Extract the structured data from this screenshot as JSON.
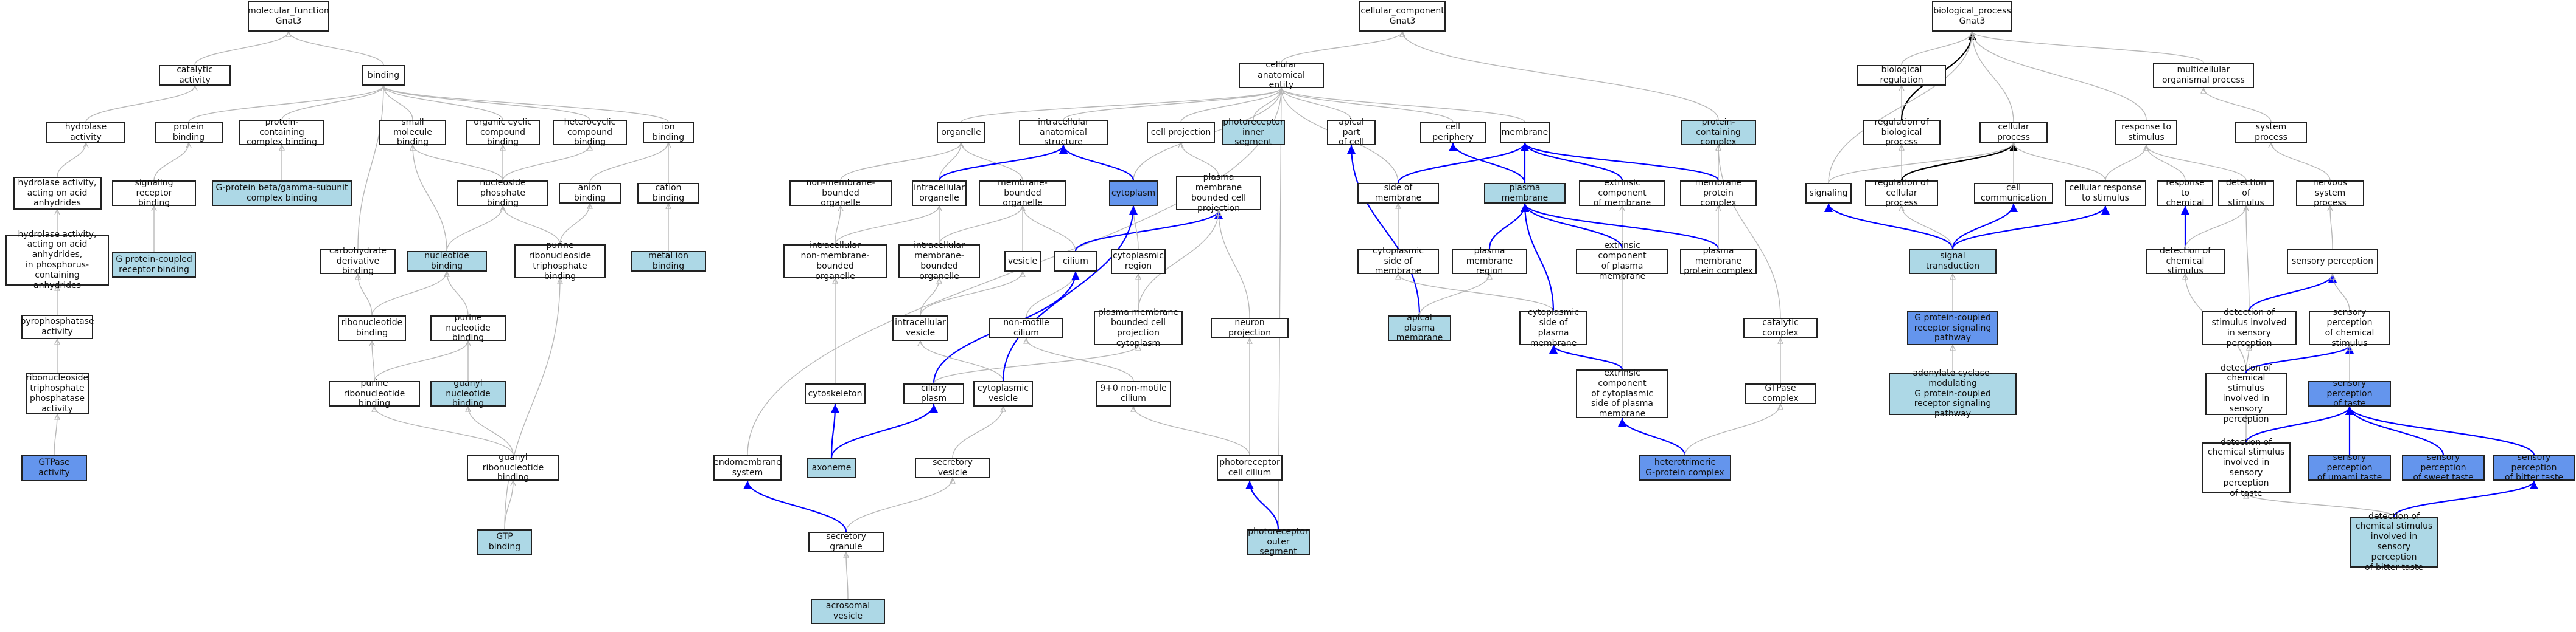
{
  "colors": {
    "plain": "#ffffff",
    "highlight": "#add8e6",
    "strong": "#6495ed",
    "edge_gray": "#b8b8b8",
    "edge_black": "#000000",
    "edge_blue": "#0000ff"
  },
  "nodes": {
    "mf_root": "molecular_function\nGnat3",
    "catalytic": "catalytic activity",
    "binding": "binding",
    "hydrolase": "hydrolase activity",
    "hydro_acid": "hydrolase activity,\nacting on acid\nanhydrides",
    "hydro_phos": "hydrolase activity,\nacting on acid\nanhydrides,\nin phosphorus-containing\nanhydrides",
    "pyrophos": "pyrophosphatase\nactivity",
    "ntpase": "ribonucleoside\ntriphosphate\nphosphatase\nactivity",
    "gtpase": "GTPase activity",
    "protein_binding": "protein binding",
    "signaling_receptor_binding": "signaling receptor\nbinding",
    "gpcr_binding": "G protein-coupled\nreceptor binding",
    "protein_complex_binding": "protein-containing\ncomplex binding",
    "g_beta_gamma": "G-protein beta/gamma-subunit\ncomplex binding",
    "small_molecule": "small molecule\nbinding",
    "organic_cyclic": "organic cyclic\ncompound binding",
    "heterocyclic": "heterocyclic\ncompound binding",
    "ion_binding": "ion binding",
    "carbohydrate_deriv": "carbohydrate\nderivative binding",
    "nucleoside_phosphate": "nucleoside phosphate\nbinding",
    "anion_binding": "anion binding",
    "cation_binding": "cation binding",
    "nucleotide_binding": "nucleotide binding",
    "purine_ribonucleoside_tp": "purine ribonucleoside\ntriphosphate\nbinding",
    "metal_ion": "metal ion binding",
    "ribonucleotide": "ribonucleotide\nbinding",
    "purine_nucleotide": "purine nucleotide\nbinding",
    "purine_ribonucleotide": "purine ribonucleotide\nbinding",
    "guanyl_nucleotide": "guanyl nucleotide\nbinding",
    "guanyl_ribonucleotide": "guanyl ribonucleotide\nbinding",
    "gtp_binding": "GTP binding",
    "cc_root": "cellular_component\nGnat3",
    "cae": "cellular anatomical\nentity",
    "protein_complex": "protein-containing\ncomplex",
    "organelle": "organelle",
    "intracellular_as": "intracellular\nanatomical structure",
    "cell_projection": "cell projection",
    "photoreceptor_inner": "photoreceptor\ninner segment",
    "apical_part": "apical part\nof cell",
    "cell_periphery": "cell periphery",
    "membrane": "membrane",
    "nonmembrane_org": "non-membrane-bounded\norganelle",
    "intracellular_org": "intracellular\norganelle",
    "membrane_bounded_org": "membrane-bounded\norganelle",
    "cytoplasm": "cytoplasm",
    "pm_bounded_projection": "plasma membrane\nbounded cell\nprojection",
    "side_of_membrane": "side of membrane",
    "plasma_membrane": "plasma membrane",
    "extrinsic_component": "extrinsic component\nof membrane",
    "membrane_protein_complex": "membrane protein\ncomplex",
    "intra_nonmembrane_org": "intracellular\nnon-membrane-bounded\norganelle",
    "intra_membrane_org": "intracellular\nmembrane-bounded\norganelle",
    "vesicle": "vesicle",
    "cilium": "cilium",
    "cytoplasmic_region": "cytoplasmic\nregion",
    "cyto_side_membrane": "cytoplasmic\nside of membrane",
    "pm_region": "plasma membrane\nregion",
    "extrinsic_pm": "extrinsic component\nof plasma membrane",
    "pm_protein_complex": "plasma membrane\nprotein complex",
    "intracellular_vesicle": "intracellular\nvesicle",
    "nonmotile_cilium": "non-motile cilium",
    "pm_projection_cytoplasm": "plasma membrane\nbounded cell\nprojection cytoplasm",
    "apical_pm": "apical plasma\nmembrane",
    "cyto_side_pm": "cytoplasmic\nside of plasma\nmembrane",
    "catalytic_complex": "catalytic complex",
    "cytoskeleton": "cytoskeleton",
    "ciliary_plasm": "ciliary plasm",
    "cytoplasmic_vesicle": "cytoplasmic\nvesicle",
    "neuron_projection": "neuron projection",
    "nine_zero_cilium": "9+0 non-motile\ncilium",
    "extrinsic_cyto_pm": "extrinsic component\nof cytoplasmic\nside of plasma\nmembrane",
    "gtpase_complex": "GTPase complex",
    "endomembrane": "endomembrane\nsystem",
    "axoneme": "axoneme",
    "secretory_vesicle": "secretory vesicle",
    "photoreceptor_cilium": "photoreceptor\ncell cilium",
    "heterotrimeric": "heterotrimeric\nG-protein complex",
    "secretory_granule": "secretory granule",
    "photoreceptor_outer": "photoreceptor\nouter segment",
    "acrosomal": "acrosomal vesicle",
    "bp_root": "biological_process\nGnat3",
    "bio_regulation": "biological regulation",
    "multicellular": "multicellular\norganismal process",
    "reg_bio_process": "regulation of\nbiological process",
    "cellular_process": "cellular process",
    "response_stimulus": "response to\nstimulus",
    "system_process": "system process",
    "signaling": "signaling",
    "reg_cellular_process": "regulation of\ncellular process",
    "cell_communication": "cell communication",
    "cellular_response": "cellular response\nto stimulus",
    "response_chemical": "response to\nchemical",
    "detection_stimulus": "detection of\nstimulus",
    "nervous_system": "nervous system\nprocess",
    "signal_transduction": "signal transduction",
    "detection_chemical": "detection of\nchemical stimulus",
    "sensory_perception": "sensory perception",
    "gpcr_pathway": "G protein-coupled\nreceptor signaling\npathway",
    "det_stim_sensory": "detection of\nstimulus involved\nin sensory perception",
    "sp_chemical": "sensory perception\nof chemical\nstimulus",
    "adenylate_cyclase": "adenylate cyclase-modulating\nG protein-coupled\nreceptor signaling\npathway",
    "det_chem_sensory": "detection of\nchemical stimulus\ninvolved in\nsensory perception",
    "sp_taste": "sensory perception\nof taste",
    "det_chem_taste": "detection of\nchemical stimulus\ninvolved in\nsensory perception\nof taste",
    "sp_umami": "sensory perception\nof umami taste",
    "sp_sweet": "sensory perception\nof sweet taste",
    "sp_bitter": "sensory perception\nof bitter taste",
    "det_chem_bitter": "detection of\nchemical stimulus\ninvolved in\nsensory perception\nof bitter taste"
  },
  "edges": [
    [
      "catalytic",
      "mf_root",
      "g"
    ],
    [
      "binding",
      "mf_root",
      "g"
    ],
    [
      "hydrolase",
      "catalytic",
      "g"
    ],
    [
      "hydro_acid",
      "hydrolase",
      "g"
    ],
    [
      "hydro_phos",
      "hydro_acid",
      "g"
    ],
    [
      "pyrophos",
      "hydro_phos",
      "g"
    ],
    [
      "ntpase",
      "pyrophos",
      "g"
    ],
    [
      "gtpase",
      "ntpase",
      "g"
    ],
    [
      "protein_binding",
      "binding",
      "g"
    ],
    [
      "protein_complex_binding",
      "binding",
      "g"
    ],
    [
      "small_molecule",
      "binding",
      "g"
    ],
    [
      "organic_cyclic",
      "binding",
      "g"
    ],
    [
      "heterocyclic",
      "binding",
      "g"
    ],
    [
      "ion_binding",
      "binding",
      "g"
    ],
    [
      "carbohydrate_deriv",
      "binding",
      "g"
    ],
    [
      "signaling_receptor_binding",
      "protein_binding",
      "g"
    ],
    [
      "gpcr_binding",
      "signaling_receptor_binding",
      "g"
    ],
    [
      "g_beta_gamma",
      "protein_complex_binding",
      "g"
    ],
    [
      "nucleoside_phosphate",
      "small_molecule",
      "g"
    ],
    [
      "nucleoside_phosphate",
      "organic_cyclic",
      "g"
    ],
    [
      "nucleoside_phosphate",
      "heterocyclic",
      "g"
    ],
    [
      "anion_binding",
      "ion_binding",
      "g"
    ],
    [
      "cation_binding",
      "ion_binding",
      "g"
    ],
    [
      "nucleotide_binding",
      "nucleoside_phosphate",
      "g"
    ],
    [
      "nucleotide_binding",
      "small_molecule",
      "g"
    ],
    [
      "purine_ribonucleoside_tp",
      "nucleoside_phosphate",
      "g"
    ],
    [
      "purine_ribonucleoside_tp",
      "anion_binding",
      "g"
    ],
    [
      "metal_ion",
      "cation_binding",
      "g"
    ],
    [
      "ribonucleotide",
      "nucleotide_binding",
      "g"
    ],
    [
      "ribonucleotide",
      "carbohydrate_deriv",
      "g"
    ],
    [
      "purine_nucleotide",
      "nucleotide_binding",
      "g"
    ],
    [
      "purine_ribonucleotide",
      "ribonucleotide",
      "g"
    ],
    [
      "purine_ribonucleotide",
      "purine_nucleotide",
      "g"
    ],
    [
      "guanyl_nucleotide",
      "purine_nucleotide",
      "g"
    ],
    [
      "guanyl_ribonucleotide",
      "purine_ribonucleotide",
      "g"
    ],
    [
      "guanyl_ribonucleotide",
      "guanyl_nucleotide",
      "g"
    ],
    [
      "gtp_binding",
      "guanyl_ribonucleotide",
      "g"
    ],
    [
      "gtp_binding",
      "purine_ribonucleoside_tp",
      "g"
    ],
    [
      "cae",
      "cc_root",
      "g"
    ],
    [
      "protein_complex",
      "cc_root",
      "g"
    ],
    [
      "organelle",
      "cae",
      "g"
    ],
    [
      "intracellular_as",
      "cae",
      "g"
    ],
    [
      "cell_projection",
      "cae",
      "g"
    ],
    [
      "photoreceptor_inner",
      "cae",
      "g"
    ],
    [
      "apical_part",
      "cae",
      "g"
    ],
    [
      "cell_periphery",
      "cae",
      "g"
    ],
    [
      "membrane",
      "cae",
      "g"
    ],
    [
      "endomembrane",
      "cae",
      "g"
    ],
    [
      "side_of_membrane",
      "cae",
      "g"
    ],
    [
      "photoreceptor_outer",
      "cae",
      "g"
    ],
    [
      "cytoplasm",
      "cae",
      "g"
    ],
    [
      "nonmembrane_org",
      "organelle",
      "g"
    ],
    [
      "intracellular_org",
      "organelle",
      "g"
    ],
    [
      "membrane_bounded_org",
      "organelle",
      "g"
    ],
    [
      "intracellular_org",
      "intracellular_as",
      "b"
    ],
    [
      "cytoplasm",
      "intracellular_as",
      "b"
    ],
    [
      "pm_bounded_projection",
      "cell_projection",
      "g"
    ],
    [
      "plasma_membrane",
      "cell_periphery",
      "b"
    ],
    [
      "plasma_membrane",
      "membrane",
      "b"
    ],
    [
      "side_of_membrane",
      "membrane",
      "b"
    ],
    [
      "extrinsic_component",
      "membrane",
      "b"
    ],
    [
      "membrane_protein_complex",
      "membrane",
      "b"
    ],
    [
      "membrane_protein_complex",
      "protein_complex",
      "g"
    ],
    [
      "intra_nonmembrane_org",
      "nonmembrane_org",
      "g"
    ],
    [
      "intra_nonmembrane_org",
      "intracellular_org",
      "g"
    ],
    [
      "intra_membrane_org",
      "intracellular_org",
      "g"
    ],
    [
      "intra_membrane_org",
      "membrane_bounded_org",
      "g"
    ],
    [
      "vesicle",
      "membrane_bounded_org",
      "g"
    ],
    [
      "cilium",
      "membrane_bounded_org",
      "g"
    ],
    [
      "cilium",
      "pm_bounded_projection",
      "b"
    ],
    [
      "cytoplasmic_region",
      "cytoplasm",
      "g"
    ],
    [
      "cyto_side_membrane",
      "side_of_membrane",
      "g"
    ],
    [
      "pm_region",
      "plasma_membrane",
      "b"
    ],
    [
      "extrinsic_pm",
      "plasma_membrane",
      "b"
    ],
    [
      "extrinsic_pm",
      "extrinsic_component",
      "g"
    ],
    [
      "pm_protein_complex",
      "plasma_membrane",
      "b"
    ],
    [
      "pm_protein_complex",
      "membrane_protein_complex",
      "g"
    ],
    [
      "intracellular_vesicle",
      "vesicle",
      "g"
    ],
    [
      "intracellular_vesicle",
      "intra_membrane_org",
      "g"
    ],
    [
      "nonmotile_cilium",
      "cilium",
      "g"
    ],
    [
      "pm_projection_cytoplasm",
      "cytoplasmic_region",
      "g"
    ],
    [
      "pm_projection_cytoplasm",
      "pm_bounded_projection",
      "g"
    ],
    [
      "apical_pm",
      "apical_part",
      "b"
    ],
    [
      "apical_pm",
      "pm_region",
      "g"
    ],
    [
      "cyto_side_pm",
      "plasma_membrane",
      "b"
    ],
    [
      "cyto_side_pm",
      "cyto_side_membrane",
      "g"
    ],
    [
      "catalytic_complex",
      "protein_complex",
      "g"
    ],
    [
      "cytoskeleton",
      "intra_nonmembrane_org",
      "g"
    ],
    [
      "ciliary_plasm",
      "cilium",
      "b"
    ],
    [
      "ciliary_plasm",
      "pm_projection_cytoplasm",
      "g"
    ],
    [
      "cytoplasmic_vesicle",
      "intracellular_vesicle",
      "g"
    ],
    [
      "cytoplasmic_vesicle",
      "cytoplasm",
      "b"
    ],
    [
      "neuron_projection",
      "pm_bounded_projection",
      "g"
    ],
    [
      "nine_zero_cilium",
      "nonmotile_cilium",
      "g"
    ],
    [
      "extrinsic_cyto_pm",
      "extrinsic_pm",
      "g"
    ],
    [
      "extrinsic_cyto_pm",
      "cyto_side_pm",
      "b"
    ],
    [
      "gtpase_complex",
      "catalytic_complex",
      "g"
    ],
    [
      "axoneme",
      "cytoskeleton",
      "b"
    ],
    [
      "axoneme",
      "ciliary_plasm",
      "b"
    ],
    [
      "secretory_vesicle",
      "cytoplasmic_vesicle",
      "g"
    ],
    [
      "photoreceptor_cilium",
      "nine_zero_cilium",
      "g"
    ],
    [
      "photoreceptor_cilium",
      "neuron_projection",
      "g"
    ],
    [
      "heterotrimeric",
      "extrinsic_cyto_pm",
      "b"
    ],
    [
      "heterotrimeric",
      "gtpase_complex",
      "g"
    ],
    [
      "secretory_granule",
      "secretory_vesicle",
      "g"
    ],
    [
      "secretory_granule",
      "endomembrane",
      "b"
    ],
    [
      "photoreceptor_outer",
      "photoreceptor_cilium",
      "b"
    ],
    [
      "acrosomal",
      "secretory_granule",
      "g"
    ],
    [
      "bio_regulation",
      "bp_root",
      "g"
    ],
    [
      "multicellular",
      "bp_root",
      "g"
    ],
    [
      "reg_bio_process",
      "bio_regulation",
      "g"
    ],
    [
      "reg_bio_process",
      "bp_root",
      "k"
    ],
    [
      "cellular_process",
      "bp_root",
      "g"
    ],
    [
      "response_stimulus",
      "bp_root",
      "g"
    ],
    [
      "system_process",
      "multicellular",
      "g"
    ],
    [
      "signaling",
      "bp_root",
      "g"
    ],
    [
      "signaling",
      "cellular_process",
      "g"
    ],
    [
      "reg_cellular_process",
      "reg_bio_process",
      "g"
    ],
    [
      "reg_cellular_process",
      "cellular_process",
      "k"
    ],
    [
      "cell_communication",
      "cellular_process",
      "g"
    ],
    [
      "cellular_response",
      "response_stimulus",
      "g"
    ],
    [
      "cellular_response",
      "cellular_process",
      "g"
    ],
    [
      "response_chemical",
      "response_stimulus",
      "g"
    ],
    [
      "detection_stimulus",
      "response_stimulus",
      "g"
    ],
    [
      "nervous_system",
      "system_process",
      "g"
    ],
    [
      "signal_transduction",
      "signaling",
      "b"
    ],
    [
      "signal_transduction",
      "reg_cellular_process",
      "g"
    ],
    [
      "signal_transduction",
      "cell_communication",
      "b"
    ],
    [
      "signal_transduction",
      "cellular_response",
      "b"
    ],
    [
      "detection_chemical",
      "response_chemical",
      "b"
    ],
    [
      "detection_chemical",
      "detection_stimulus",
      "g"
    ],
    [
      "sensory_perception",
      "nervous_system",
      "g"
    ],
    [
      "gpcr_pathway",
      "signal_transduction",
      "g"
    ],
    [
      "det_stim_sensory",
      "detection_stimulus",
      "g"
    ],
    [
      "det_stim_sensory",
      "sensory_perception",
      "b"
    ],
    [
      "sp_chemical",
      "sensory_perception",
      "g"
    ],
    [
      "adenylate_cyclase",
      "gpcr_pathway",
      "g"
    ],
    [
      "det_chem_sensory",
      "det_stim_sensory",
      "g"
    ],
    [
      "det_chem_sensory",
      "detection_chemical",
      "g"
    ],
    [
      "det_chem_sensory",
      "sp_chemical",
      "b"
    ],
    [
      "sp_taste",
      "sp_chemical",
      "g"
    ],
    [
      "det_chem_taste",
      "det_chem_sensory",
      "g"
    ],
    [
      "det_chem_taste",
      "sp_taste",
      "b"
    ],
    [
      "sp_umami",
      "sp_taste",
      "b"
    ],
    [
      "sp_sweet",
      "sp_taste",
      "b"
    ],
    [
      "sp_bitter",
      "sp_taste",
      "b"
    ],
    [
      "det_chem_bitter",
      "det_chem_taste",
      "g"
    ],
    [
      "det_chem_bitter",
      "sp_bitter",
      "b"
    ]
  ]
}
